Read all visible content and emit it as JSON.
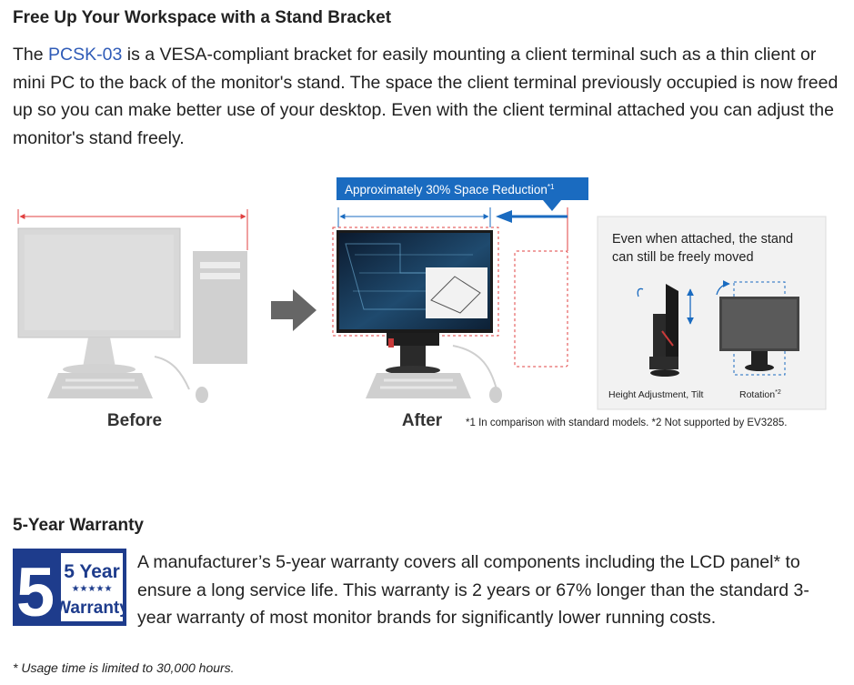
{
  "stand_section": {
    "heading": "Free Up Your Workspace with a Stand Bracket",
    "para_prefix": "The ",
    "link_text": "PCSK-03",
    "para_rest": " is a VESA-compliant bracket for easily mounting a client terminal such as a thin client or mini PC to the back of the monitor's stand. The space the client terminal previously occupied is now freed up so you can make better use of your desktop. Even with the client terminal attached you can adjust the monitor's stand freely."
  },
  "figure": {
    "banner_text": "Approximately 30% Space Reduction",
    "banner_sup": "*1",
    "before_label": "Before",
    "after_label": "After",
    "footnotes_text": "*1 In comparison with standard models.  *2 Not supported by EV3285.",
    "callout_line1": "Even when attached, the stand",
    "callout_line2": "can still be freely moved",
    "height_label": "Height Adjustment, Tilt",
    "rotation_label": "Rotation",
    "rotation_sup": "*2",
    "accent_color": "#1a6bc0",
    "dimension_color": "#e04040"
  },
  "warranty_section": {
    "heading": "5-Year Warranty",
    "badge_number": "5",
    "badge_line1": "5 Year",
    "badge_stars": "★★★★★",
    "badge_line2": "Warranty",
    "paragraph": "A manufacturer’s 5-year warranty covers all components including the LCD panel* to ensure a long service life. This warranty is 2 years or 67% longer than the standard 3-year warranty of most monitor brands for significantly lower running costs."
  },
  "footnote": "* Usage time is limited to 30,000 hours."
}
